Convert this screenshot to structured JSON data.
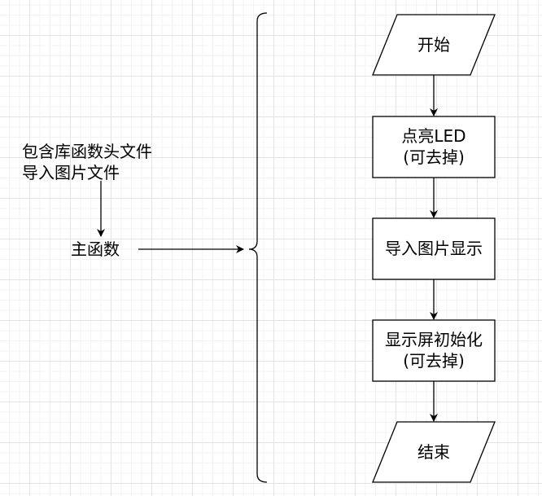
{
  "diagram": {
    "left_note": {
      "line1": "包含库函数头文件",
      "line2": "导入图片文件"
    },
    "main_function": "主函数",
    "flow": [
      {
        "id": "start",
        "shape": "parallelogram",
        "line1": "开始",
        "line2": ""
      },
      {
        "id": "led",
        "shape": "rectangle",
        "line1": "点亮LED",
        "line2": "(可去掉)"
      },
      {
        "id": "image",
        "shape": "rectangle",
        "line1": "导入图片显示",
        "line2": ""
      },
      {
        "id": "init",
        "shape": "rectangle",
        "line1": "显示屏初始化",
        "line2": "(可去掉)"
      },
      {
        "id": "end",
        "shape": "parallelogram",
        "line1": "结束",
        "line2": ""
      }
    ],
    "colors": {
      "stroke": "#000000",
      "fill": "#ffffff",
      "grid_major": "#e3e3e3",
      "grid_minor": "#f3f3f3"
    }
  }
}
